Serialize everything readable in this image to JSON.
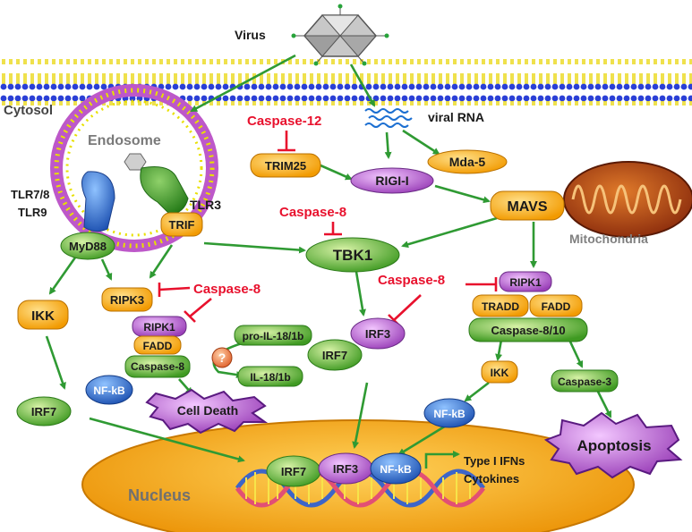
{
  "labels": {
    "virus": "Virus",
    "cytosol": "Cytosol",
    "endosome": "Endosome",
    "viral_rna": "viral RNA",
    "tlr78": "TLR7/8",
    "tlr9": "TLR9",
    "tlr3": "TLR3",
    "mitochondria": "Mitochondria",
    "nucleus": "Nucleus",
    "type1_ifns": "Type I IFNs",
    "cytokines": "Cytokines",
    "question": "?"
  },
  "nodes": {
    "myd88": "MyD88",
    "trif": "TRIF",
    "trim25": "TRIM25",
    "rigi": "RIGI-I",
    "mda5": "Mda-5",
    "mavs": "MAVS",
    "tbk1": "TBK1",
    "ikk_left": "IKK",
    "irf7_left": "IRF7",
    "ripk3": "RIPK3",
    "ripk1_left": "RIPK1",
    "fadd_left": "FADD",
    "caspase8_left": "Caspase-8",
    "nfkb_left": "NF-kB",
    "pro_il18": "pro-IL-18/1b",
    "il18": "IL-18/1b",
    "cell_death": "Cell Death",
    "irf3_mid": "IRF3",
    "irf7_mid": "IRF7",
    "ripk1_right": "RIPK1",
    "tradd": "TRADD",
    "fadd_right": "FADD",
    "caspase810": "Caspase-8/10",
    "ikk_right": "IKK",
    "nfkb_right": "NF-kB",
    "caspase3": "Caspase-3",
    "apoptosis": "Apoptosis",
    "nuc_irf7": "IRF7",
    "nuc_irf3": "IRF3",
    "nuc_nfkb": "NF-kB"
  },
  "inhibitors": {
    "casp12": "Caspase-12",
    "casp8_tbk1": "Caspase-8",
    "casp8_left": "Caspase-8",
    "casp8_right": "Caspase-8"
  },
  "colors": {
    "arrow": "#2f9a33",
    "inhibitor": "#e8112d",
    "orange": "#f6a800",
    "green": "#5ab52e",
    "purple": "#b25fc4",
    "blue": "#2d6fd0",
    "nucleus": "#f2a100"
  }
}
